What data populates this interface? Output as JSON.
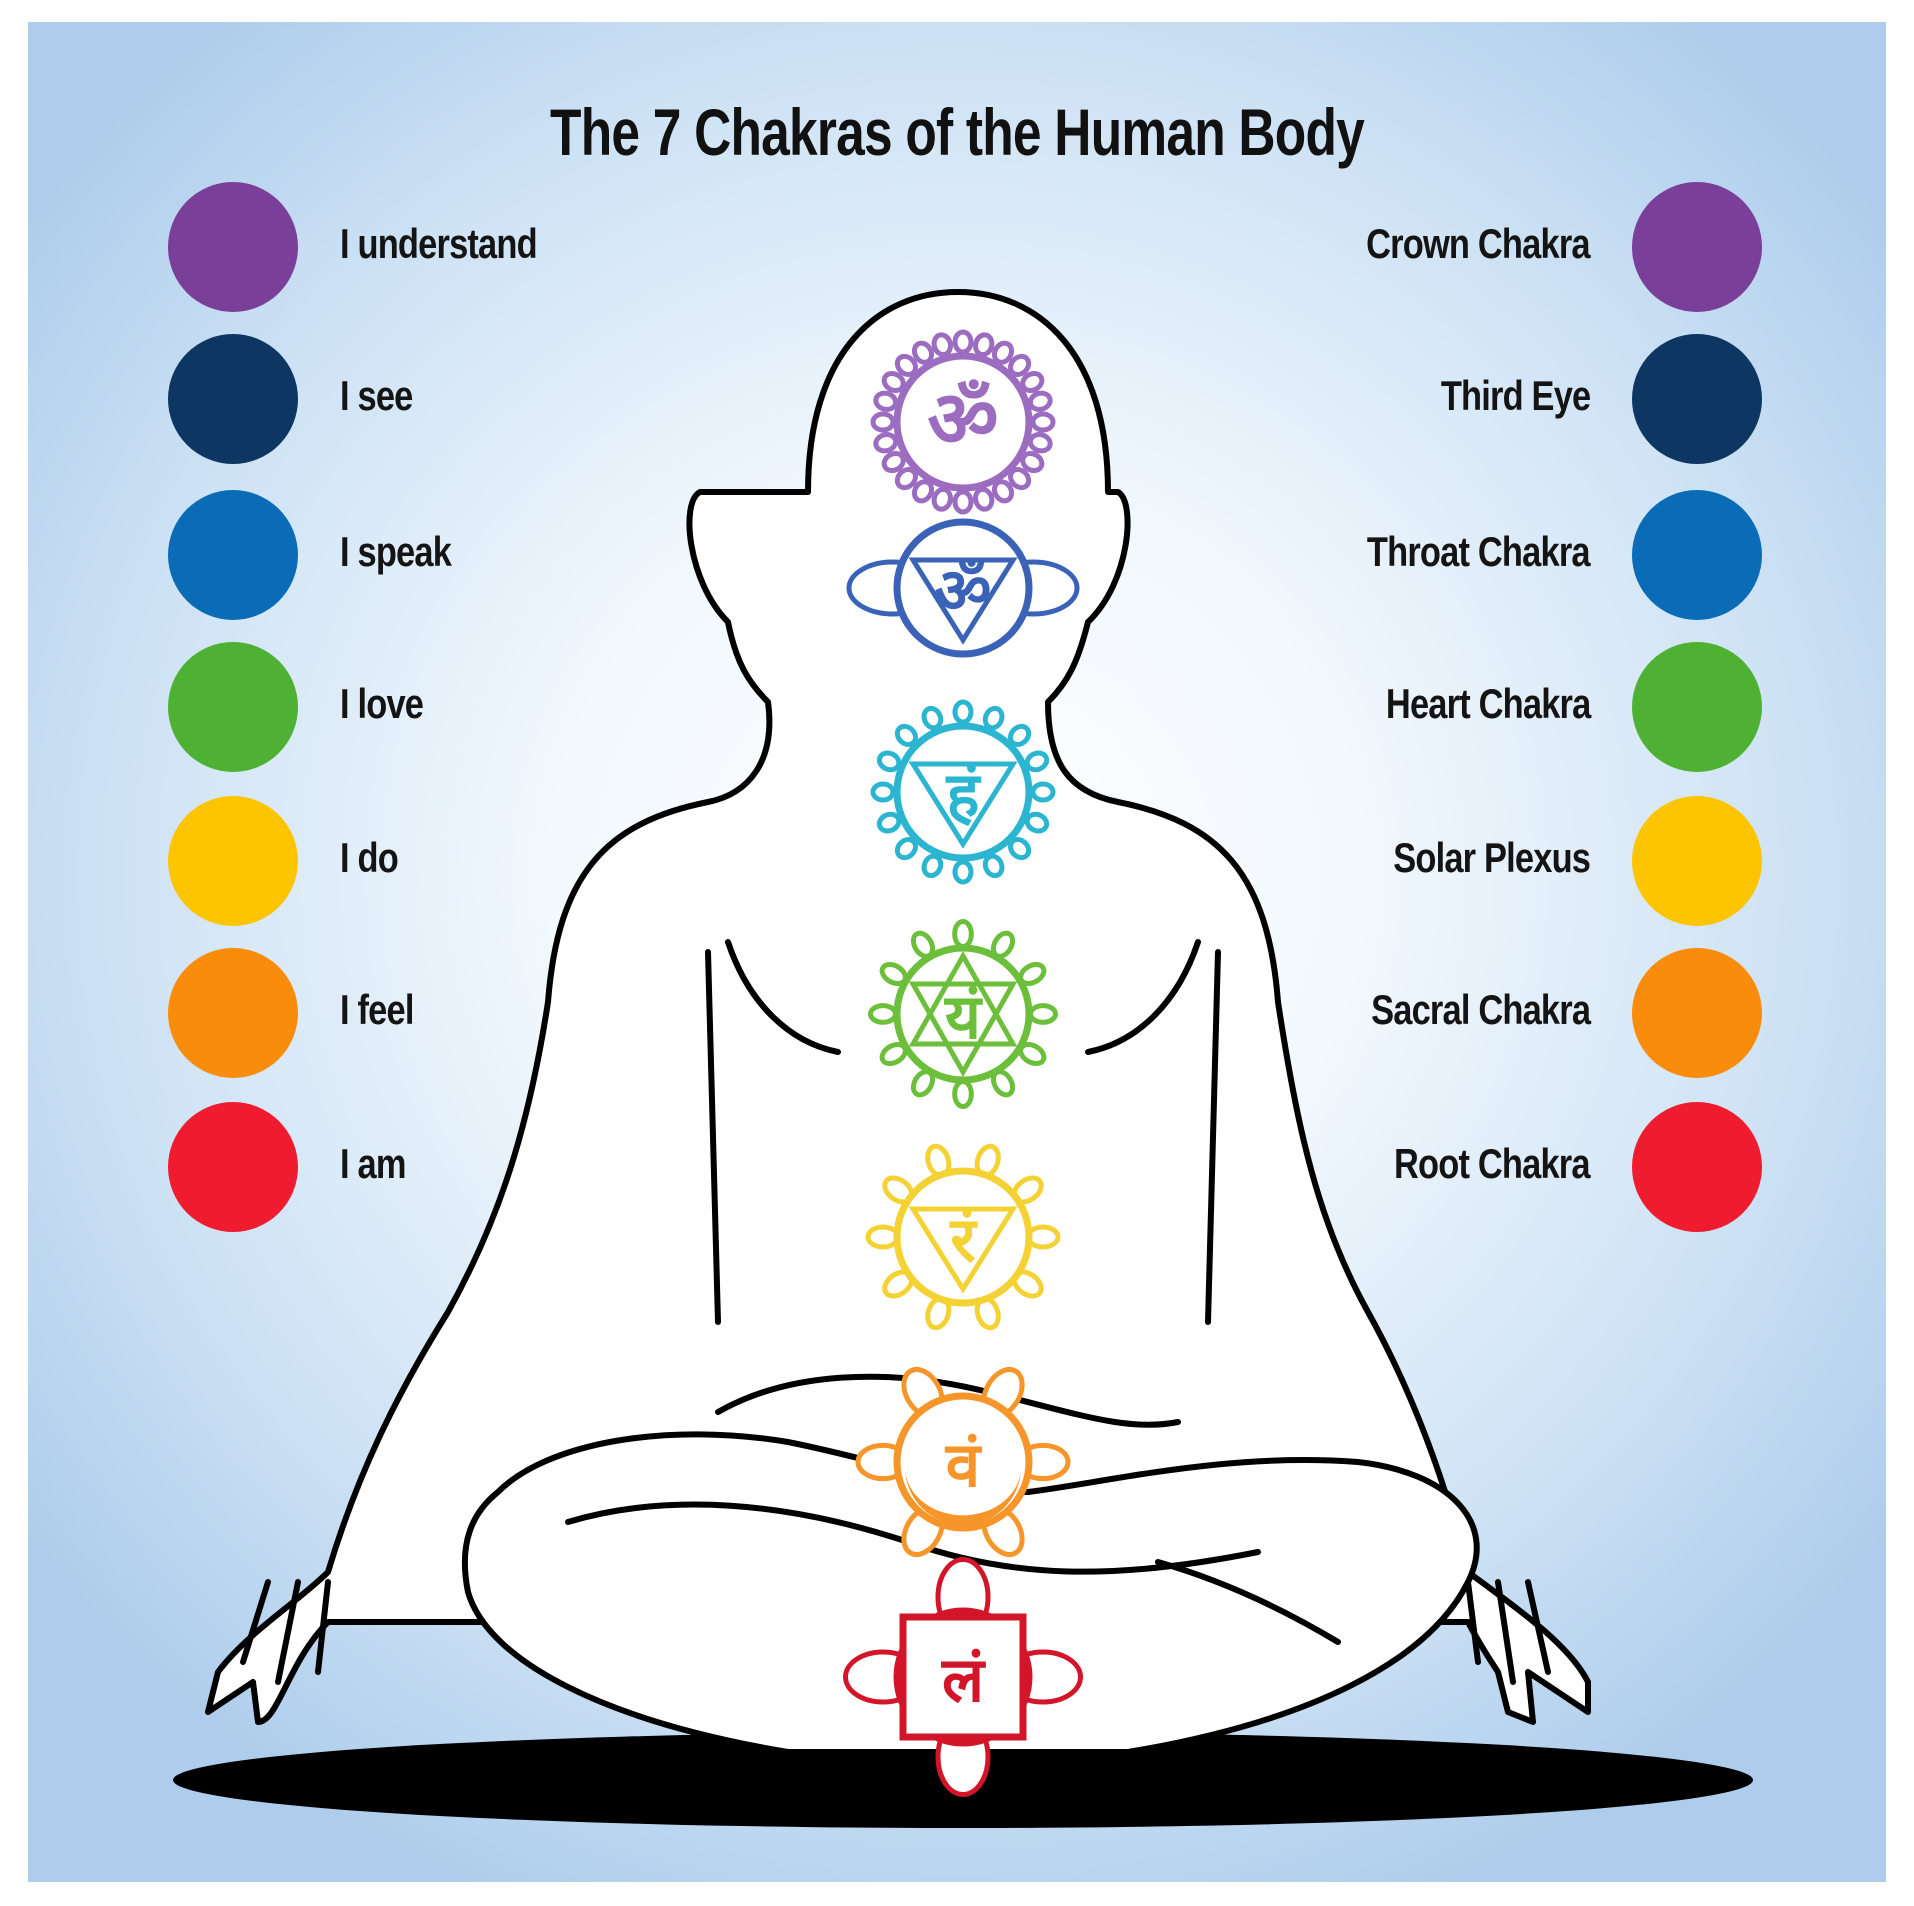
{
  "title": "The 7 Chakras of the Human Body",
  "chakras": [
    {
      "affirmation": "I understand",
      "name": "Crown Chakra",
      "color": "#7a3f98",
      "glyph": "ॐ"
    },
    {
      "affirmation": "I see",
      "name": "Third Eye",
      "color": "#0d3663",
      "glyph": "ॐ"
    },
    {
      "affirmation": "I speak",
      "name": "Throat Chakra",
      "color": "#0a6cb7",
      "glyph": "हं"
    },
    {
      "affirmation": "I love",
      "name": "Heart Chakra",
      "color": "#4eb133",
      "glyph": "यं"
    },
    {
      "affirmation": "I do",
      "name": "Solar Plexus",
      "color": "#fdc500",
      "glyph": "रं"
    },
    {
      "affirmation": "I feel",
      "name": "Sacral Chakra",
      "color": "#f98c0b",
      "glyph": "वं"
    },
    {
      "affirmation": "I am",
      "name": "Root Chakra",
      "color": "#ef1c30",
      "glyph": "लं"
    }
  ],
  "body_chakra_colors": [
    "#9b6cc0",
    "#3a63b8",
    "#2bb5d1",
    "#6cbf3a",
    "#f5d234",
    "#f6962a",
    "#d3152a"
  ]
}
